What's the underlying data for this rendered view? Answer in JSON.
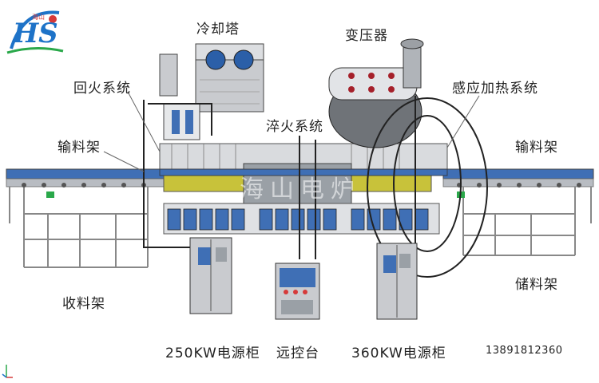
{
  "logo": {
    "letters": "HS",
    "small_text": "海山",
    "icon": "hs-logo-icon",
    "colors": [
      "#1e73c8",
      "#2aa84a",
      "#d63a3a"
    ]
  },
  "watermark": "海山电炉",
  "labels": {
    "cooling_tower": "冷却塔",
    "transformer": "变压器",
    "tempering_system": "回火系统",
    "induction_heating": "感应加热系统",
    "quenching_system": "淬火系统",
    "feed_rack_left": "输料架",
    "feed_rack_right": "输料架",
    "receiving_rack": "收料架",
    "storage_rack": "储料架",
    "power_cabinet_250": "250KW电源柜",
    "console": "远控台",
    "power_cabinet_360": "360KW电源柜",
    "phone": "13891812360"
  },
  "colors": {
    "frame": "#8a8e94",
    "conveyor_blue": "#3f6fb5",
    "cabinet": "#c9cbcf",
    "coil_yellow": "#c8c23a",
    "dark": "#4a4d52"
  }
}
